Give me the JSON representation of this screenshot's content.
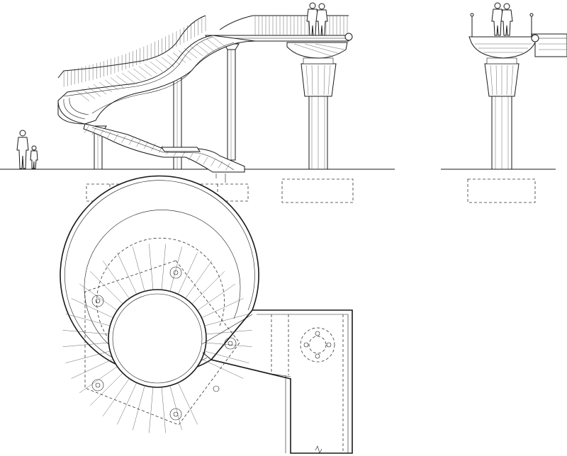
{
  "views": [
    {
      "id": "side-elevation",
      "kind": "elevation"
    },
    {
      "id": "end-elevation",
      "kind": "elevation"
    },
    {
      "id": "plan",
      "kind": "plan"
    }
  ],
  "colors": {
    "line": "#1a1a1a",
    "background": "#ffffff",
    "hatch": "#555555"
  },
  "figures": {
    "side_elevation_people": 2,
    "platform_people_side": 2,
    "platform_people_end": 2
  },
  "plan": {
    "column_bolts": 4,
    "baluster_post_circles": 6
  }
}
